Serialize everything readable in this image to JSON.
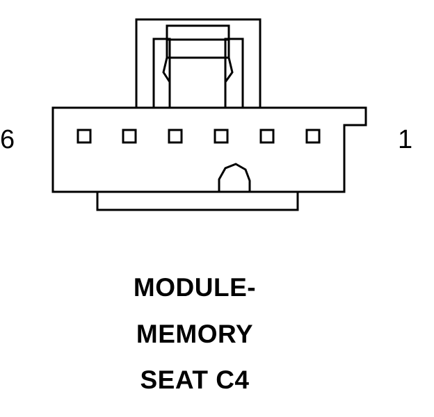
{
  "connector": {
    "pin_count": 6,
    "left_pin_label": "6",
    "right_pin_label": "1",
    "line_color": "#000000",
    "background_color": "#ffffff"
  },
  "caption": {
    "line1": "MODULE-",
    "line2": "MEMORY",
    "line3": "SEAT C4"
  }
}
